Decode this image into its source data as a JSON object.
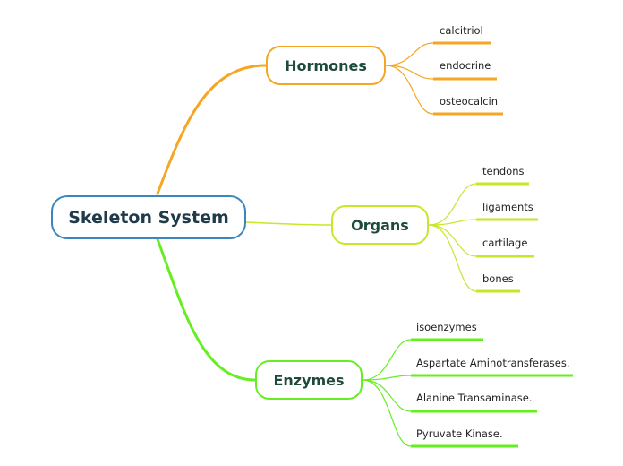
{
  "root": {
    "label": "Skeleton System",
    "color": "#3a87c0"
  },
  "branches": {
    "hormones": {
      "label": "Hormones",
      "color": "#f5a623",
      "leaves": [
        "calcitriol",
        "endocrine",
        "osteocalcin"
      ]
    },
    "organs": {
      "label": "Organs",
      "color": "#c8e62a",
      "leaves": [
        "tendons",
        "ligaments",
        "cartilage",
        "bones"
      ]
    },
    "enzymes": {
      "label": "Enzymes",
      "color": "#66ee22",
      "leaves": [
        "isoenzymes",
        "Aspartate Aminotransferases.",
        "Alanine Transaminase.",
        "Pyruvate Kinase."
      ]
    }
  }
}
